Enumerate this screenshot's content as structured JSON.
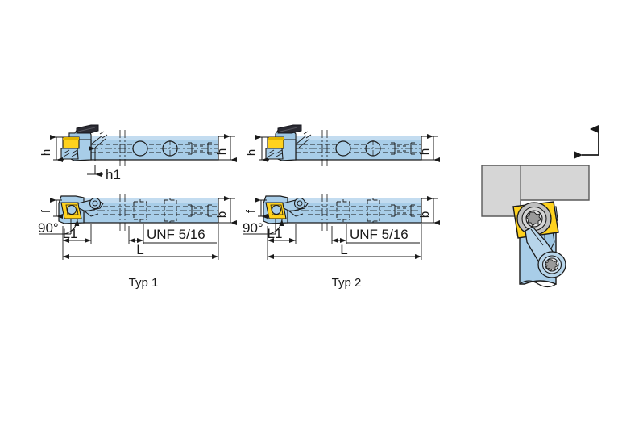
{
  "drawing": {
    "title": "Boring bar technical drawing",
    "background_color": "#ffffff",
    "colors": {
      "shank_blue": "#a8cde8",
      "shank_blue_dark": "#8fbcdd",
      "shank_blue_light": "#c3dcf0",
      "insert_yellow": "#ffd21e",
      "insert_yellow_dark": "#e0b400",
      "clamp_dark": "#2b2b33",
      "workpiece_gray": "#d6d6d6",
      "outline": "#1a1a1a",
      "hidden_line": "#1a1a1a"
    }
  },
  "views": {
    "typ1": {
      "caption": "Typ 1",
      "side_view": {
        "height_label_left": "h",
        "height_label_right": "h",
        "offset_label": "h1"
      },
      "top_view": {
        "width_label_left": "f",
        "width_label_right": "b",
        "angle_label": "90°",
        "thread_label": "UNF 5/16",
        "length_short_label": "L1",
        "length_total_label": "L"
      }
    },
    "typ2": {
      "caption": "Typ 2",
      "side_view": {
        "height_label_left": "h",
        "height_label_right": "h"
      },
      "top_view": {
        "width_label_left": "f",
        "width_label_right": "b",
        "angle_label": "90°",
        "thread_label": "UNF 5/16",
        "length_short_label": "L1",
        "length_total_label": "L"
      }
    }
  },
  "illustration": {
    "name": "workpiece-and-tool-3d",
    "direction_arrows": {
      "vertical_arrow": "up",
      "horizontal_arrow": "left"
    },
    "parts": {
      "workpiece": "workpiece-block",
      "insert": "yellow-cutting-insert",
      "clamp": "lever-clamp",
      "screw": "torx-screw",
      "holder": "tool-holder-body"
    }
  }
}
